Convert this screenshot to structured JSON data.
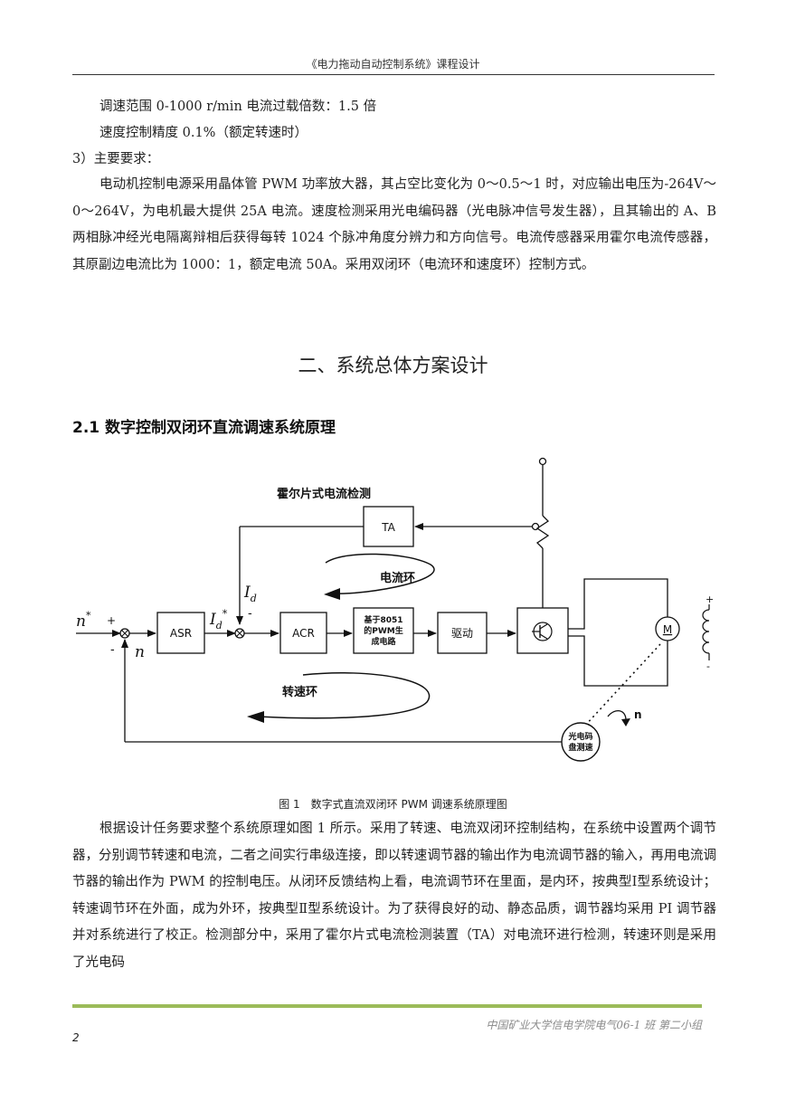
{
  "header": {
    "title": "《电力拖动自动控制系统》课程设计"
  },
  "spec_lines": [
    "调速范围 0-1000 r/min 电流过载倍数：1.5 倍",
    "速度控制精度 0.1%（额定转速时）"
  ],
  "requirements_heading": "3）主要要求：",
  "requirements_paragraph": "电动机控制电源采用晶体管 PWM 功率放大器，其占空比变化为 0～0.5～1 时，对应输出电压为-264V～0～264V，为电机最大提供 25A 电流。速度检测采用光电编码器（光电脉冲信号发生器），且其输出的 A、B 两相脉冲经光电隔离辩相后获得每转 1024 个脉冲角度分辨力和方向信号。电流传感器采用霍尔电流传感器，其原副边电流比为 1000：1，额定电流 50A。采用双闭环（电流环和速度环）控制方式。",
  "section_title": "二、系统总体方案设计",
  "subsection_title": "2.1 数字控制双闭环直流调速系统原理",
  "diagram": {
    "hall_label": "霍尔片式电流检测",
    "ta": "TA",
    "current_loop": "电流环",
    "speed_loop": "转速环",
    "asr": "ASR",
    "acr": "ACR",
    "pwm_lines": [
      "基于8051",
      "的PWM生",
      "成电路"
    ],
    "driver": "驱动",
    "motor": "M",
    "encoder_lines": [
      "光电码",
      "盘测速"
    ],
    "n_star": "n",
    "n": "n",
    "id": "I",
    "id_sub": "d",
    "id_star": "I",
    "id_star_sub": "d",
    "star": "*",
    "n_out": "n",
    "plus": "+",
    "minus": "-"
  },
  "figure_caption": "图 1　数字式直流双闭环 PWM 调速系统原理图",
  "body_paragraph": "根据设计任务要求整个系统原理如图 1 所示。采用了转速、电流双闭环控制结构，在系统中设置两个调节器，分别调节转速和电流，二者之间实行串级连接，即以转速调节器的输出作为电流调节器的输入，再用电流调节器的输出作为 PWM 的控制电压。从闭环反馈结构上看，电流调节环在里面，是内环，按典型Ⅰ型系统设计；转速调节环在外面，成为外环，按典型Ⅱ型系统设计。为了获得良好的动、静态品质，调节器均采用 PI 调节器并对系统进行了校正。检测部分中，采用了霍尔片式电流检测装置（TA）对电流环进行检测，转速环则是采用了光电码",
  "footer": {
    "text": "中国矿业大学信电学院电气06-1 班 第二小组",
    "page": "2"
  },
  "colors": {
    "footer_rule": "#9bbb59",
    "text": "#222222"
  }
}
